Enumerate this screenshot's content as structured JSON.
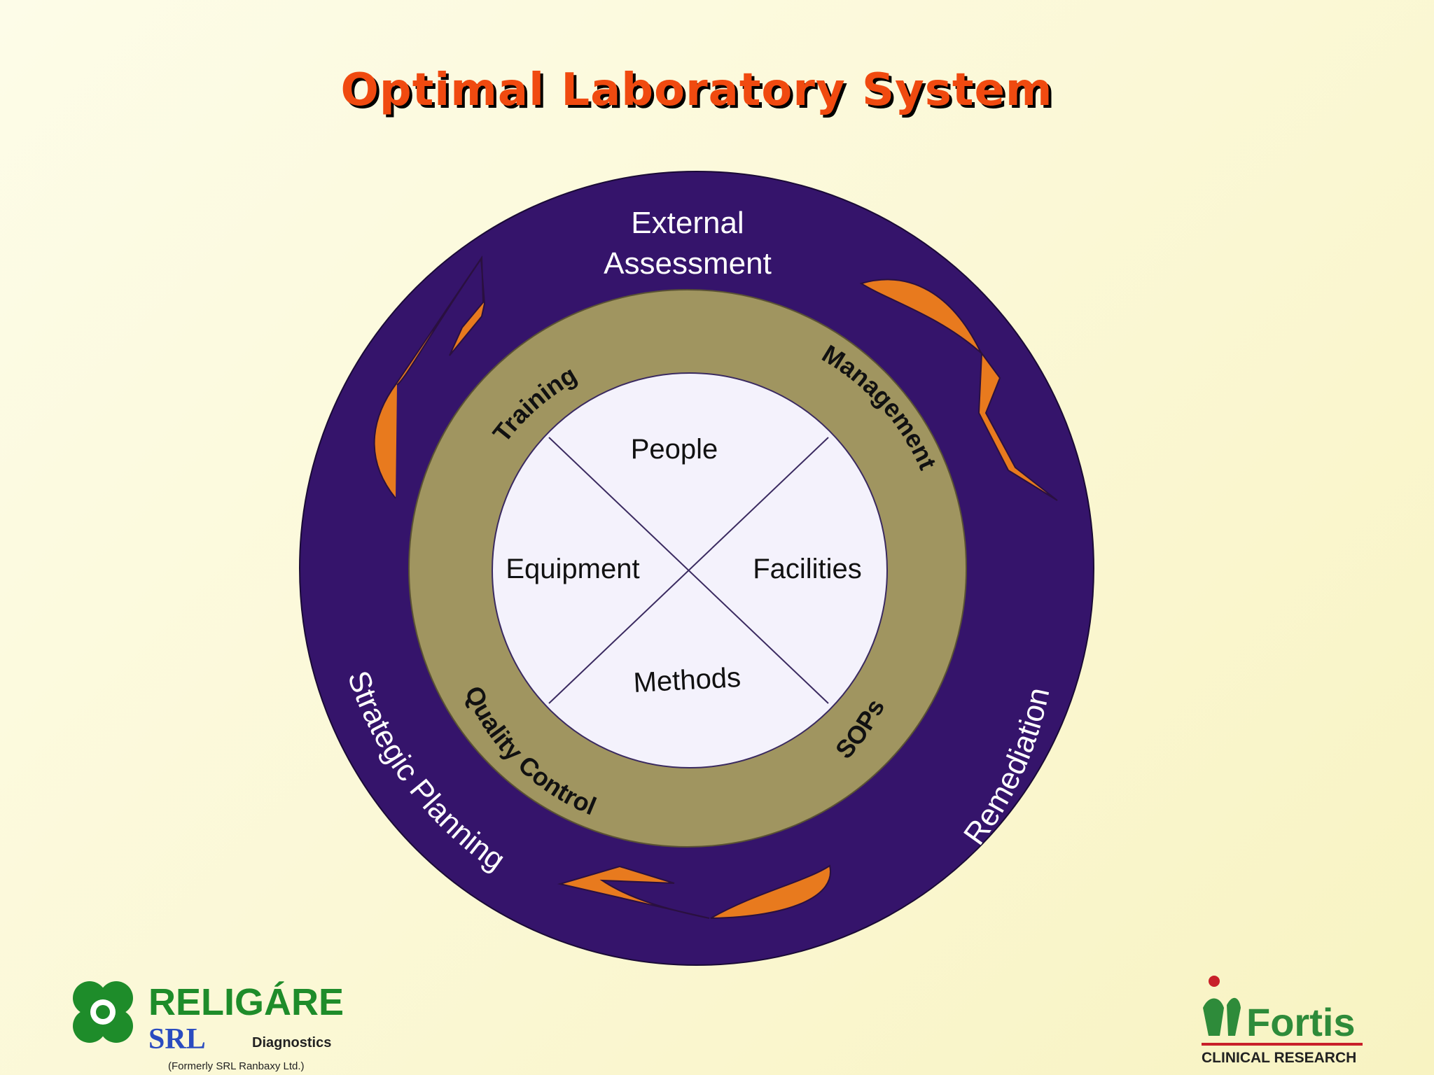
{
  "title": "Optimal Laboratory System",
  "outer_ring": {
    "top_line1": "External",
    "top_line2": "Assessment",
    "left": "Strategic Planning",
    "right": "Remediation"
  },
  "middle_ring": {
    "training": "Training",
    "management": "Management",
    "quality_control": "Quality Control",
    "sops": "SOPs"
  },
  "inner_circle": {
    "top": "People",
    "left": "Equipment",
    "right": "Facilities",
    "bottom": "Methods"
  },
  "logos": {
    "religare": {
      "brand": "RELIGÁRE",
      "sub_brand": "SRL",
      "sub_text": "Diagnostics",
      "note": "(Formerly SRL Ranbaxy Ltd.)"
    },
    "fortis": {
      "brand": "Fortis",
      "sub_text": "CLINICAL RESEARCH"
    }
  },
  "colors": {
    "title": "#f04a10",
    "outer_ring": "#35146b",
    "middle_ring": "#a09560",
    "inner_circle": "#f4f2fc",
    "arrows": "#e87a1e",
    "religare_green": "#1e8c2a",
    "fortis_green": "#2e8b3a",
    "fortis_red": "#c8202a"
  }
}
